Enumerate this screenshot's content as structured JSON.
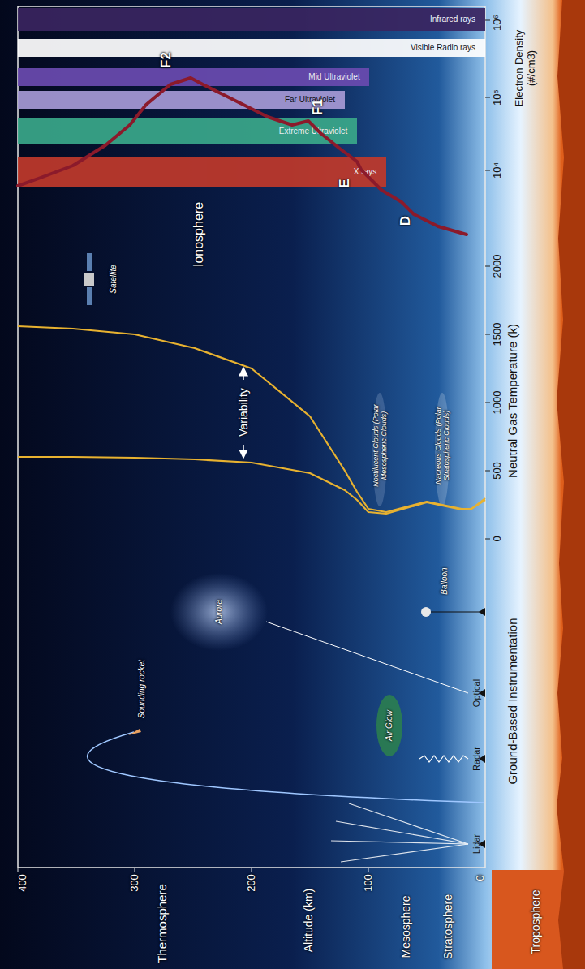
{
  "diagram": {
    "nodes": [
      {
        "text": [
          "X rays"
        ]
      },
      {
        "text": [
          "Extreme Ultraviolet"
        ]
      },
      {
        "text": [
          "Far Ultraviolet"
        ]
      },
      {
        "text": [
          "Mid Ultraviolet"
        ]
      },
      {
        "text": [
          "Visible Radio rays"
        ]
      },
      {
        "text": [
          "Infrared rays"
        ]
      }
    ],
    "labels": [
      "400",
      "300",
      "200",
      "100",
      "0",
      "Altitude (km)",
      "Thermosphere",
      "Mesosphere",
      "Stratosphere",
      "Troposphere",
      "Ground-Based Instrumentation",
      "0",
      "500",
      "1000",
      "1500",
      "2000",
      "10⁴",
      "10⁵",
      "10⁶",
      "Neutral Gas Temperature (k)",
      "Electron Density (#/cm3)",
      "Variability",
      "Ionosphere",
      "D",
      "E",
      "F1",
      "F2",
      "Satellite",
      "Sounding rocket",
      "Aurora",
      "Air Glow",
      "Balloon",
      "Lidar",
      "Radar",
      "Optical",
      "Noctilucent Clouds (Polar Mesospheric Clouds)",
      "Nacreous Clouds (Polar Stratospheric Clouds)"
    ]
  }
}
